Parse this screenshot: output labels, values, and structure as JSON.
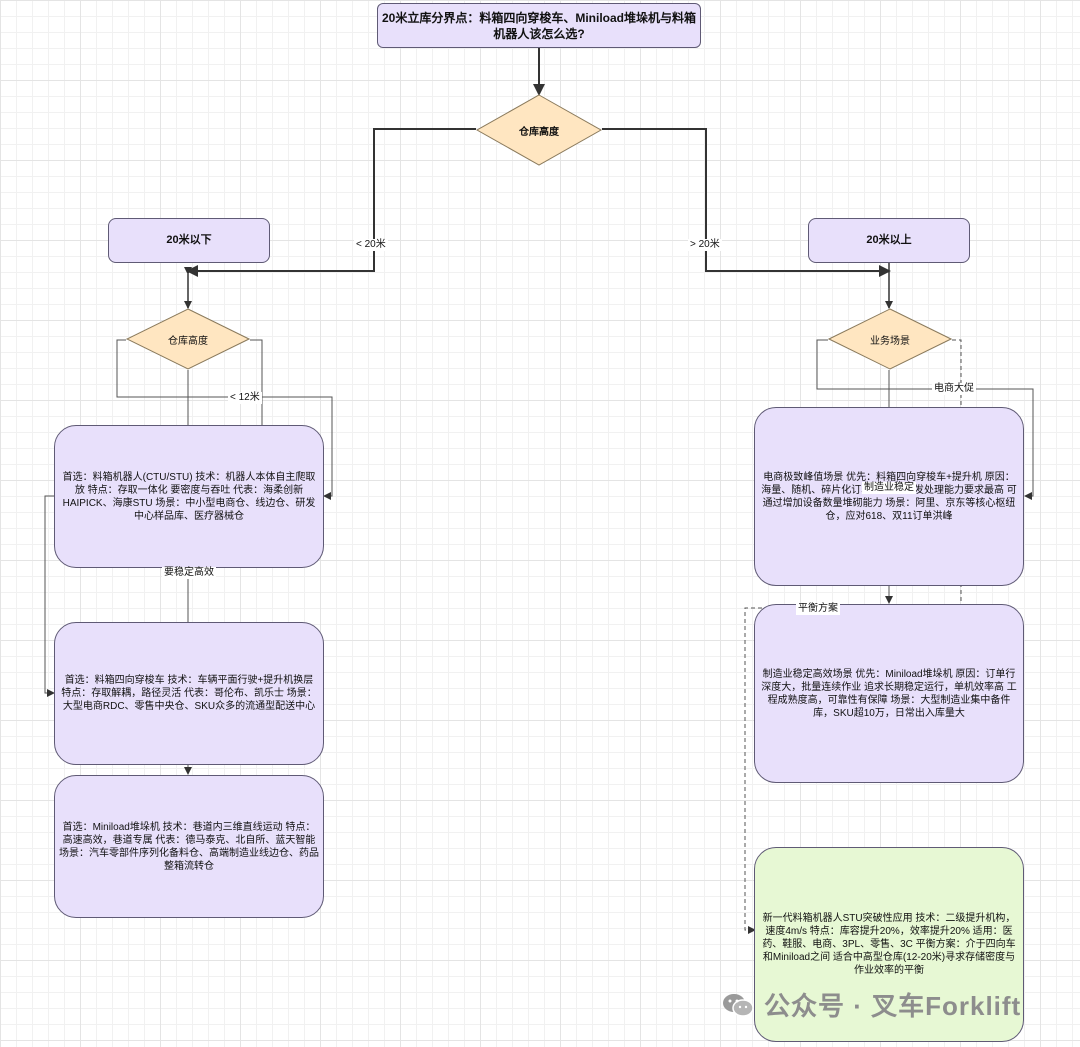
{
  "title": "20米立库分界点：料箱四向穿梭车、Miniload堆垛机与料箱机器人该怎么选?",
  "decision_top": "仓库高度",
  "branch_left": "20米以下",
  "branch_right": "20米以上",
  "edge_lt20": "< 20米",
  "edge_gt20": "> 20米",
  "decision_left": "仓库高度",
  "decision_right": "业务场景",
  "edge_lt12": "< 12米",
  "edge_stable": "要稳定高效",
  "edge_ecom": "电商大促",
  "edge_mfg": "制造业稳定",
  "edge_balance": "平衡方案",
  "left_box1": "首选：料箱机器人(CTU/STU) 技术：机器人本体自主爬取放 特点：存取一体化 要密度与吞吐 代表：海柔创新HAIPICK、海康STU 场景：中小型电商仓、线边仓、研发中心样品库、医疗器械仓",
  "left_box2": "首选：料箱四向穿梭车 技术：车辆平面行驶+提升机换层 特点：存取解耦，路径灵活 代表：哥伦布、凯乐士 场景：大型电商RDC、零售中央仓、SKU众多的流通型配送中心",
  "left_box3": "首选：Miniload堆垛机 技术：巷道内三维直线运动 特点：高速高效，巷道专属 代表：德马泰克、北自所、蓝天智能 场景：汽车零部件序列化备料仓、高端制造业线边仓、药品整箱流转仓",
  "right_box1": "电商极致峰值场景 优先：料箱四向穿梭车+提升机 原因：海量、随机、碎片化订单 对系统并发处理能力要求最高 可通过增加设备数量堆砌能力 场景：阿里、京东等核心枢纽仓，应对618、双11订单洪峰",
  "right_box2": "制造业稳定高效场景 优先：Miniload堆垛机 原因：订单行深度大，批量连续作业 追求长期稳定运行，单机效率高 工程成熟度高，可靠性有保障 场景：大型制造业集中备件库，SKU超10万，日常出入库量大",
  "right_box3": "新一代料箱机器人STU突破性应用 技术：二级提升机构，速度4m/s 特点：库容提升20%，效率提升20% 适用：医药、鞋服、电商、3PL、零售、3C 平衡方案：介于四向车和Miniload之间 适合中高型仓库(12-20米)寻求存储密度与作业效率的平衡",
  "watermark": "公众号 · 叉车Forklift",
  "colors": {
    "node_fill": "#e8e0fb",
    "decision_fill": "#ffe6c1",
    "green_fill": "#e7f8d4",
    "edge": "#333333"
  }
}
